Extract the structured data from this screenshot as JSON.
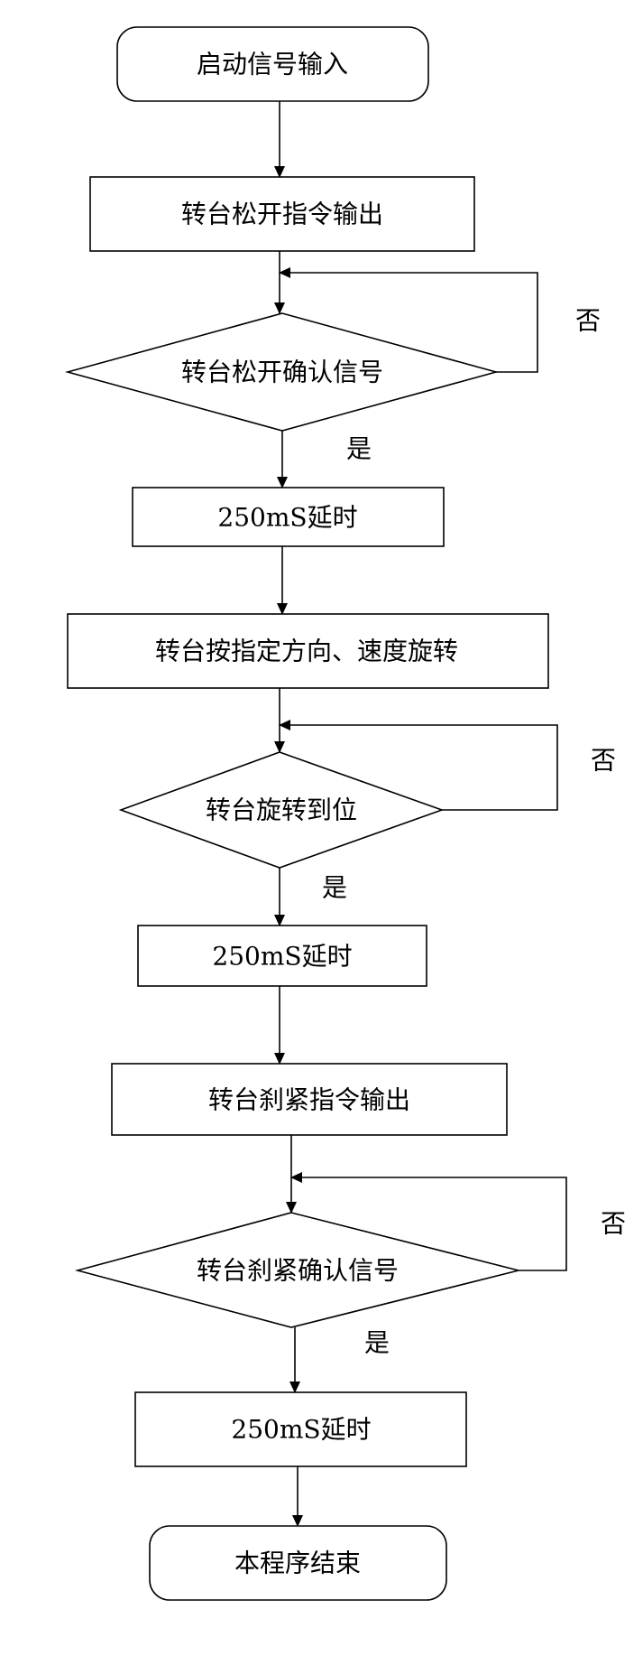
{
  "flowchart": {
    "steps": {
      "start": "启动信号输入",
      "release_cmd": "转台松开指令输出",
      "release_confirm": "转台松开确认信号",
      "delay_1": "250mS延时",
      "rotate": "转台按指定方向、速度旋转",
      "rotate_done": "转台旋转到位",
      "delay_2": "250mS延时",
      "brake_cmd": "转台刹紧指令输出",
      "brake_confirm": "转台刹紧确认信号",
      "delay_3": "250mS延时",
      "end": "本程序结束"
    },
    "branches": {
      "yes": "是",
      "no": "否"
    }
  }
}
